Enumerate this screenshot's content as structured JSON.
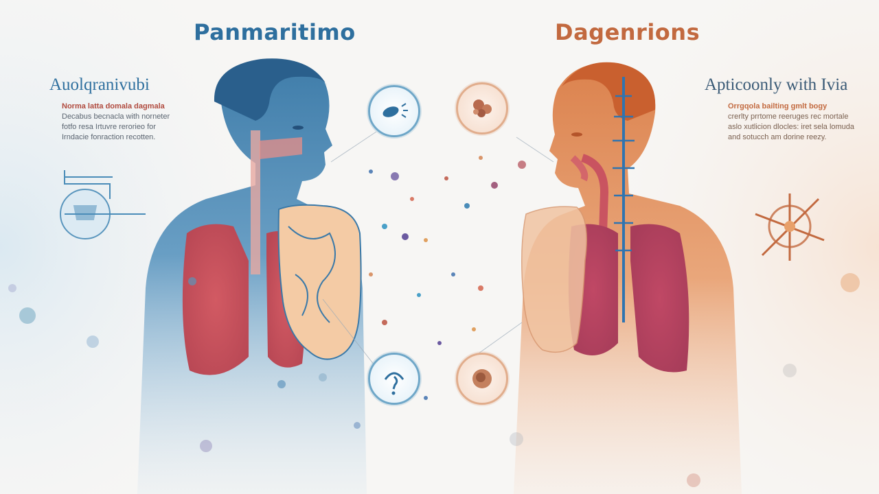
{
  "left_panel": {
    "title": "Panmaritimo",
    "heading": "Auolqranivubi",
    "description_lead": "Norma latta domala dagmala",
    "description_lines": [
      "Decabus becnacla with norneter",
      "fotfo resa Irtuvre rerorieo for",
      "Irndacie fonraction recotten."
    ]
  },
  "right_panel": {
    "title": "Dagenrions",
    "heading": "Apticoonly with Ivia",
    "description_lead": "Orrgqola bailting gmlt bogy",
    "description_lines": [
      "crerlty prrtome reeruges rec mortale",
      "aslo xutlicion dlocles: iret sela lomuda",
      "and sotucch am dorine reezy."
    ]
  },
  "colors": {
    "left_accent": "#2e6f9e",
    "right_accent": "#c2693f",
    "lung_red": "#c9545c",
    "stomach_tan": "#f2c9a0"
  },
  "icons": [
    "equipment-icon",
    "seed-icon",
    "question-gauge-icon",
    "tissue-cell-icon",
    "cell-closeup-icon",
    "sun-spoke-icon"
  ]
}
